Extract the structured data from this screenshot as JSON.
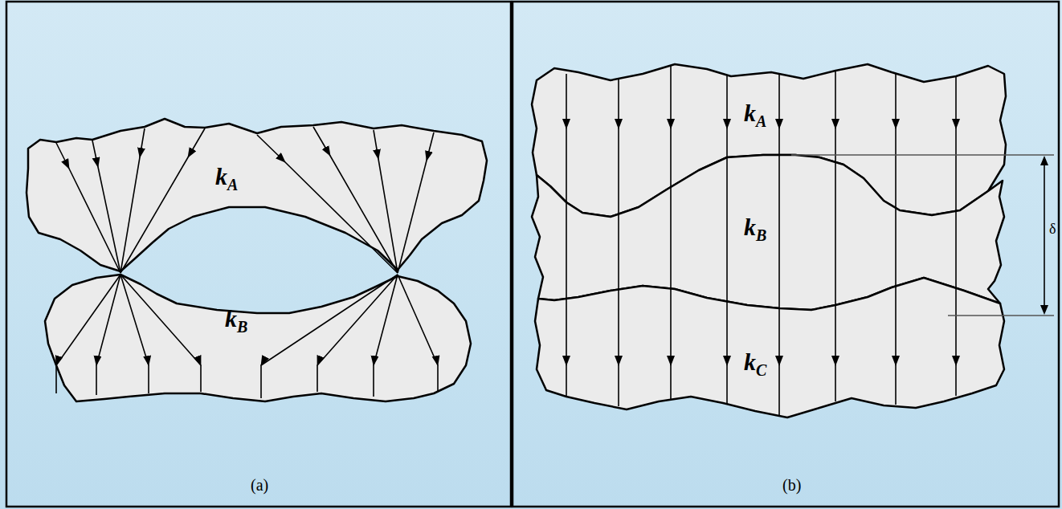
{
  "diagram": {
    "labels": [
      "kA",
      "kB",
      "kA",
      "kB",
      "kC",
      "δ",
      "(a)",
      "(b)"
    ]
  }
}
